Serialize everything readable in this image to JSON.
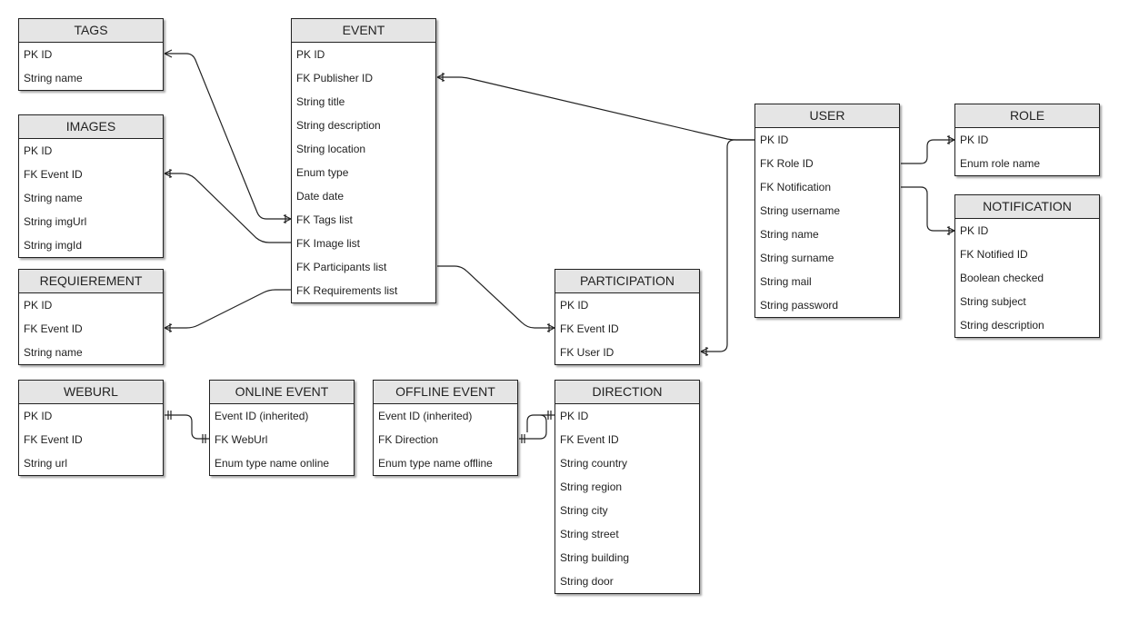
{
  "entities": {
    "tags": {
      "title": "TAGS",
      "fields": [
        "PK ID",
        "String name"
      ]
    },
    "images": {
      "title": "IMAGES",
      "fields": [
        "PK ID",
        "FK Event ID",
        "String name",
        "String imgUrl",
        "String imgId"
      ]
    },
    "requirement": {
      "title": "REQUIEREMENT",
      "fields": [
        "PK ID",
        "FK Event ID",
        "String name"
      ]
    },
    "weburl": {
      "title": "WEBURL",
      "fields": [
        "PK ID",
        "FK Event ID",
        "String url"
      ]
    },
    "event": {
      "title": "EVENT",
      "fields": [
        "PK ID",
        "FK Publisher ID",
        "String title",
        "String description",
        "String location",
        "Enum type",
        "Date date",
        "FK Tags list",
        "FK Image list",
        "FK Participants list",
        "FK Requirements list"
      ]
    },
    "online_event": {
      "title": "ONLINE EVENT",
      "fields": [
        "Event ID (inherited)",
        "FK WebUrl",
        "Enum type name online"
      ]
    },
    "offline_event": {
      "title": "OFFLINE EVENT",
      "fields": [
        "Event ID (inherited)",
        "FK Direction",
        "Enum type name offline"
      ]
    },
    "participation": {
      "title": "PARTICIPATION",
      "fields": [
        "PK ID",
        "FK Event ID",
        "FK User ID"
      ]
    },
    "direction": {
      "title": "DIRECTION",
      "fields": [
        "PK ID",
        "FK Event ID",
        "String country",
        "String region",
        "String city",
        "String street",
        "String building",
        "String door"
      ]
    },
    "user": {
      "title": "USER",
      "fields": [
        "PK ID",
        "FK Role ID",
        "FK Notification",
        "String username",
        "String name",
        "String surname",
        "String mail",
        "String password"
      ]
    },
    "role": {
      "title": "ROLE",
      "fields": [
        "PK ID",
        "Enum role name"
      ]
    },
    "notification": {
      "title": "NOTIFICATION",
      "fields": [
        "PK ID",
        "FK Notified ID",
        "Boolean checked",
        "String subject",
        "String description"
      ]
    }
  }
}
